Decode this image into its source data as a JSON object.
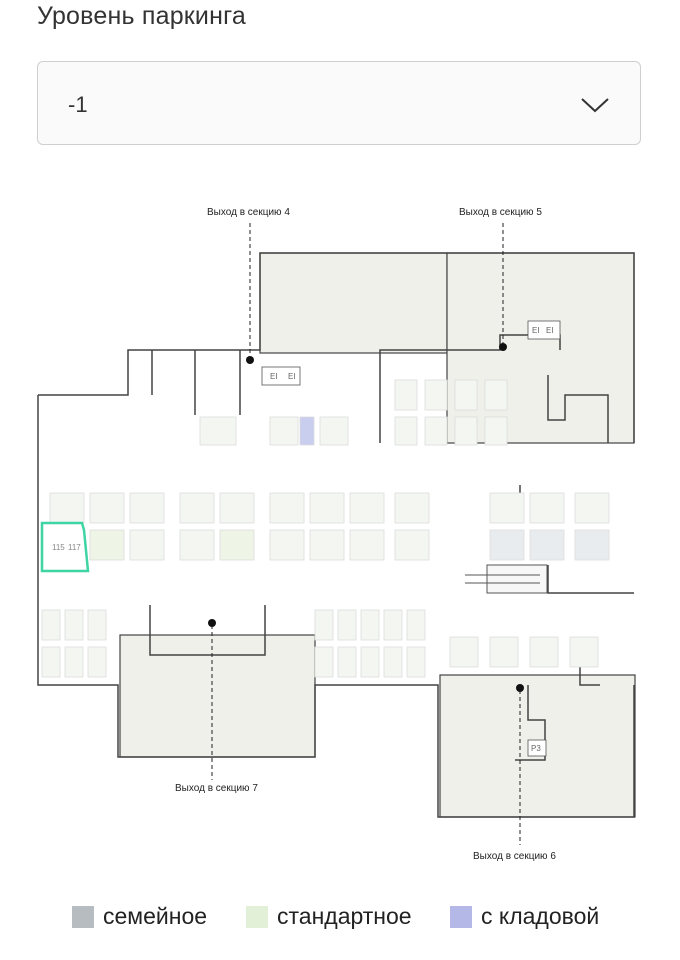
{
  "header": {
    "title": "Уровень паркинга"
  },
  "level_select": {
    "value": "-1",
    "icon": "chevron-down-icon"
  },
  "plan": {
    "exits": [
      {
        "label": "Выход в секцию 4"
      },
      {
        "label": "Выход в секцию 5"
      },
      {
        "label": "Выход в секцию 7"
      },
      {
        "label": "Выход в секцию 6"
      }
    ],
    "room_labels": [
      "EI",
      "EI",
      "EI",
      "EI",
      "P3"
    ],
    "selected_spot": {
      "labels": [
        "115",
        "117"
      ]
    }
  },
  "legend": {
    "items": [
      {
        "label": "семейное",
        "color": "#b6bcc0"
      },
      {
        "label": "стандартное",
        "color": "#e3f0d8"
      },
      {
        "label": "с кладовой",
        "color": "#b3b8e6"
      }
    ]
  },
  "colors": {
    "selected_outline": "#3ed4a4",
    "wall": "#333333",
    "room_fill": "#eef0e9"
  }
}
